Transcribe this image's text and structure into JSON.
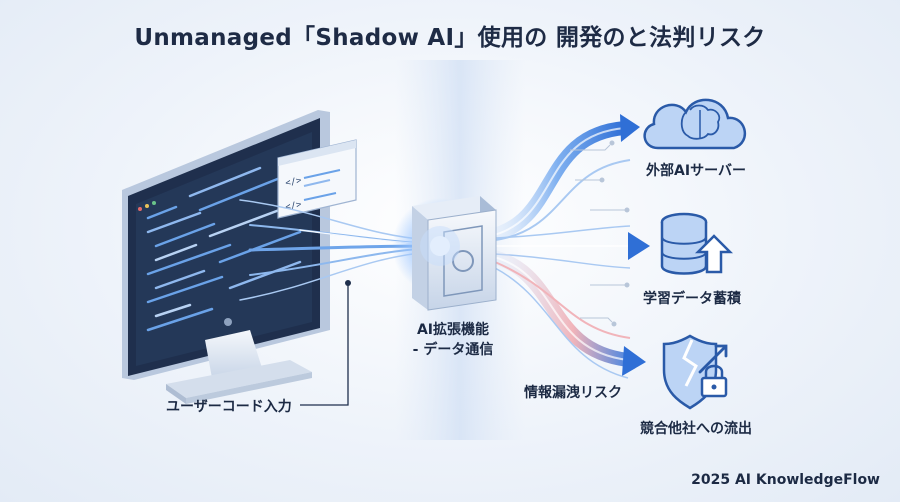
{
  "title": "Unmanaged「Shadow AI」使用の 開発のと法判リスク",
  "labels": {
    "user_code_input": "ユーザーコード入力",
    "extension_line1": "AI拡張機能",
    "extension_line2": "- データ通信",
    "external_server": "外部AIサーバー",
    "training_storage": "学習データ蓄積",
    "leak_risk": "情報漏洩リスク",
    "competitor_leak": "競合他社への流出"
  },
  "footer": "2025 AI KnowledgeFlow",
  "icons": [
    "monitor-icon",
    "code-window-icon",
    "extension-cube-icon",
    "cloud-brain-icon",
    "database-upload-icon",
    "broken-shield-lock-icon"
  ],
  "colors": {
    "primary": "#2f6fd6",
    "dark": "#1e2b45",
    "accent_red": "#e0707a",
    "light_blue": "#cfe0fa"
  }
}
